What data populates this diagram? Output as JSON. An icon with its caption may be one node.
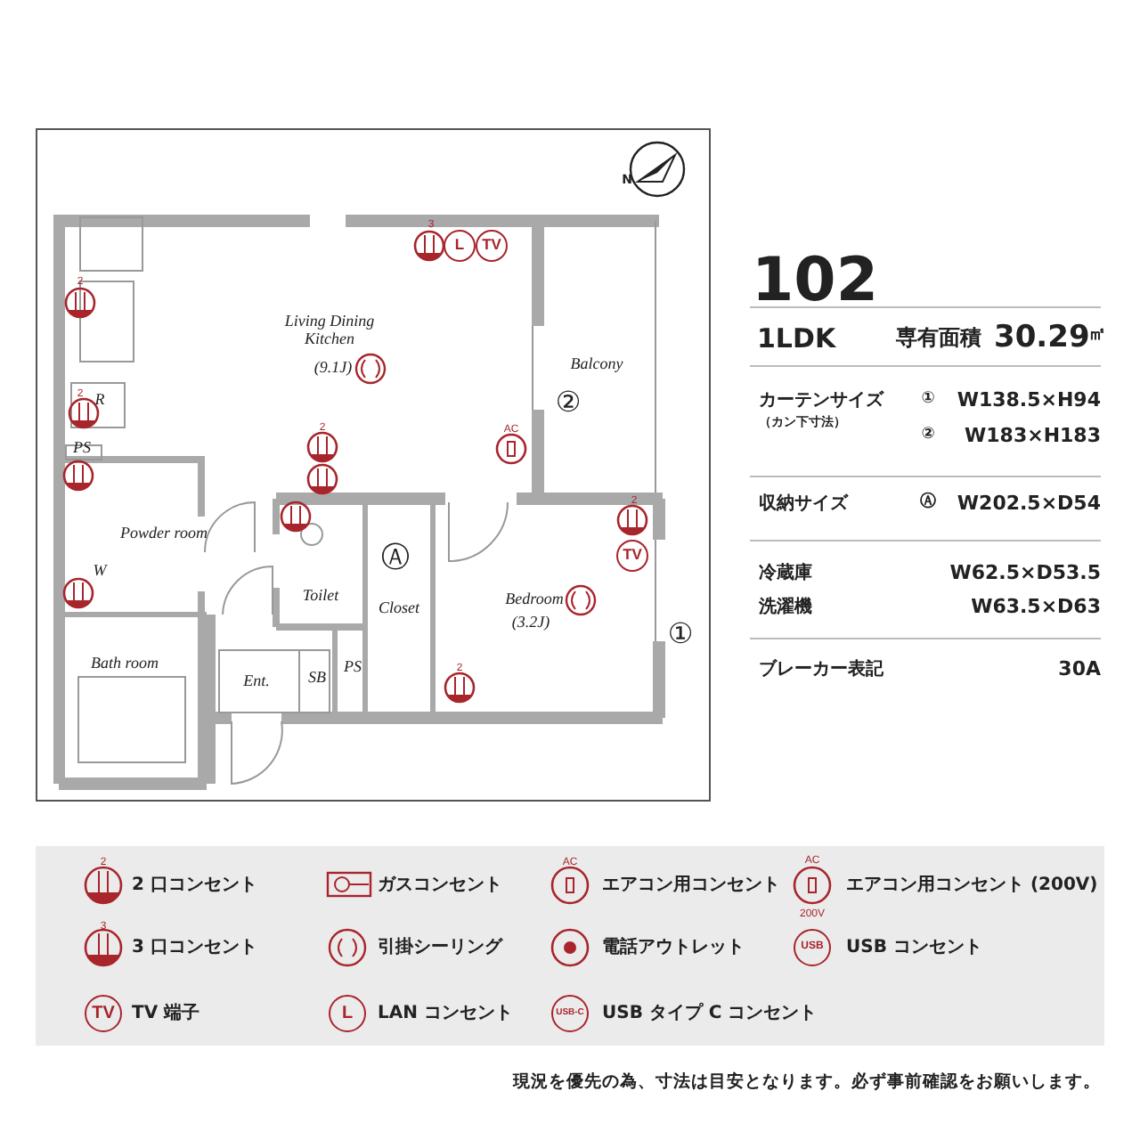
{
  "diagram": {
    "labels": [
      "N",
      "3",
      "L",
      "TV",
      "2",
      "Living Dining Kitchen",
      "(9.1J)",
      "2",
      "R",
      "2",
      "AC",
      "Balcony",
      "②",
      "PS",
      "Powder room",
      "W",
      "Ⓐ",
      "Toilet",
      "Closet",
      "2",
      "TV",
      "Bedroom",
      "(3.2J)",
      "①",
      "Bath room",
      "Ent.",
      "SB",
      "PS",
      "2",
      "102",
      "1LDK",
      "専有面積",
      "30.29",
      "㎡",
      "カーテンサイズ",
      "（カン下寸法）",
      "①",
      "W138.5×H94",
      "②",
      "W183×H183",
      "収納サイズ",
      "Ⓐ",
      "W202.5×D54",
      "冷蔵庫",
      "W62.5×D53.5",
      "洗濯機",
      "W63.5×D63",
      "ブレーカー表記",
      "30A",
      "2",
      "AC",
      "AC",
      "200V",
      "3",
      "USB",
      "TV",
      "L",
      "USB-C",
      "現況を優先の為、寸法は目安となります。必ず事前確認をお願いします。"
    ],
    "legend": [
      {
        "text": "2 口コンセント"
      },
      {
        "text": "ガスコンセント"
      },
      {
        "text": "エアコン用コンセント"
      },
      {
        "text": "エアコン用コンセント (200V)"
      },
      {
        "text": "3 口コンセント"
      },
      {
        "text": "引掛シーリング"
      },
      {
        "text": "電話アウトレット"
      },
      {
        "text": "USB コンセント"
      },
      {
        "text": "TV 端子"
      },
      {
        "text": "LAN コンセント"
      },
      {
        "text": "USB タイプ C コンセント"
      }
    ]
  }
}
